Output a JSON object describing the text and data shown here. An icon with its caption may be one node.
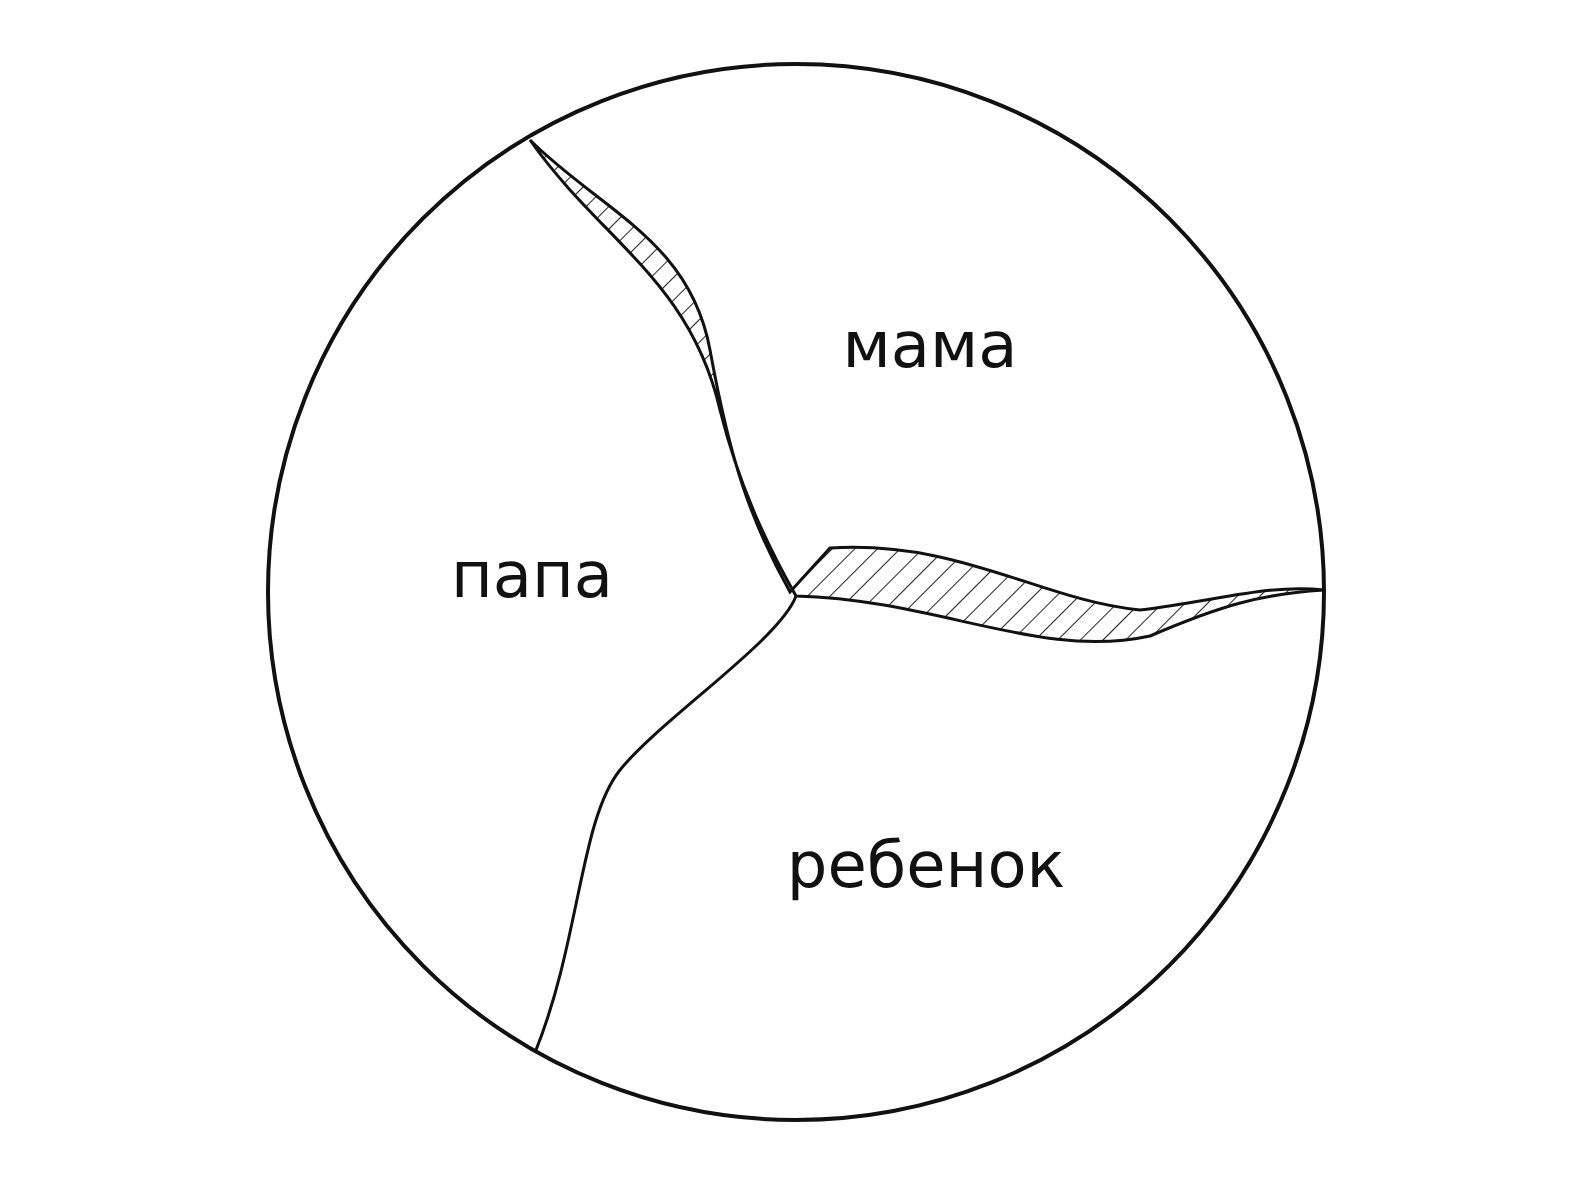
{
  "diagram": {
    "nodes": [
      {
        "text": [
          "мама"
        ]
      },
      {
        "text": [
          "папа"
        ]
      },
      {
        "text": [
          "ребенок"
        ]
      }
    ]
  }
}
